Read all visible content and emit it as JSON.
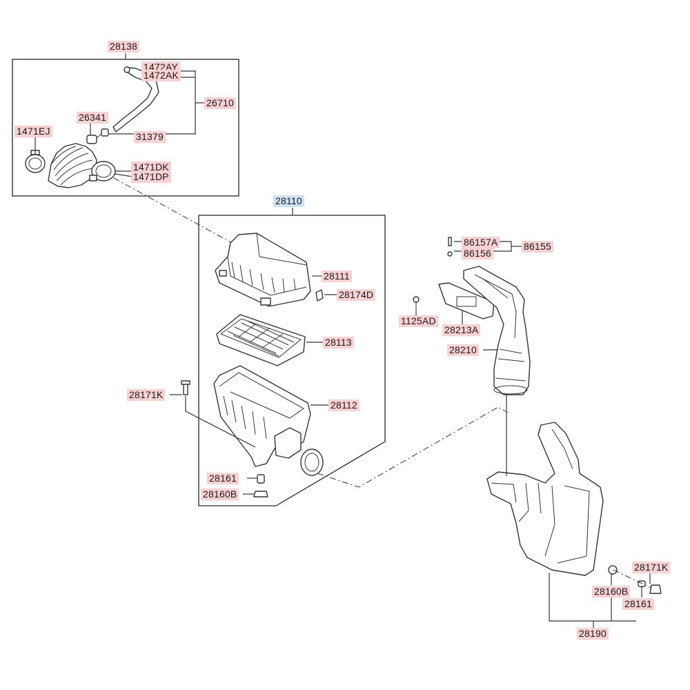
{
  "labels": {
    "l28138": "28138",
    "l1472AY": "1472AY",
    "l1472AK": "1472AK",
    "l26710": "26710",
    "l26341": "26341",
    "l31379": "31379",
    "l1471EJ": "1471EJ",
    "l1471DK": "1471DK",
    "l1471DP": "1471DP",
    "l28110": "28110",
    "l28111": "28111",
    "l28174D": "28174D",
    "l28113": "28113",
    "l28171K_a": "28171K",
    "l28112": "28112",
    "l28161_a": "28161",
    "l28160B_a": "28160B",
    "l86157A": "86157A",
    "l86155": "86155",
    "l86156": "86156",
    "l1125AD": "1125AD",
    "l28213A": "28213A",
    "l28210": "28210",
    "l28171K_b": "28171K",
    "l28160B_b": "28160B",
    "l28161_b": "28161",
    "l28190": "28190"
  },
  "colors": {
    "label_bg": "#f8d2d2",
    "highlight_bg": "#cfe1f7",
    "line": "#333333"
  }
}
